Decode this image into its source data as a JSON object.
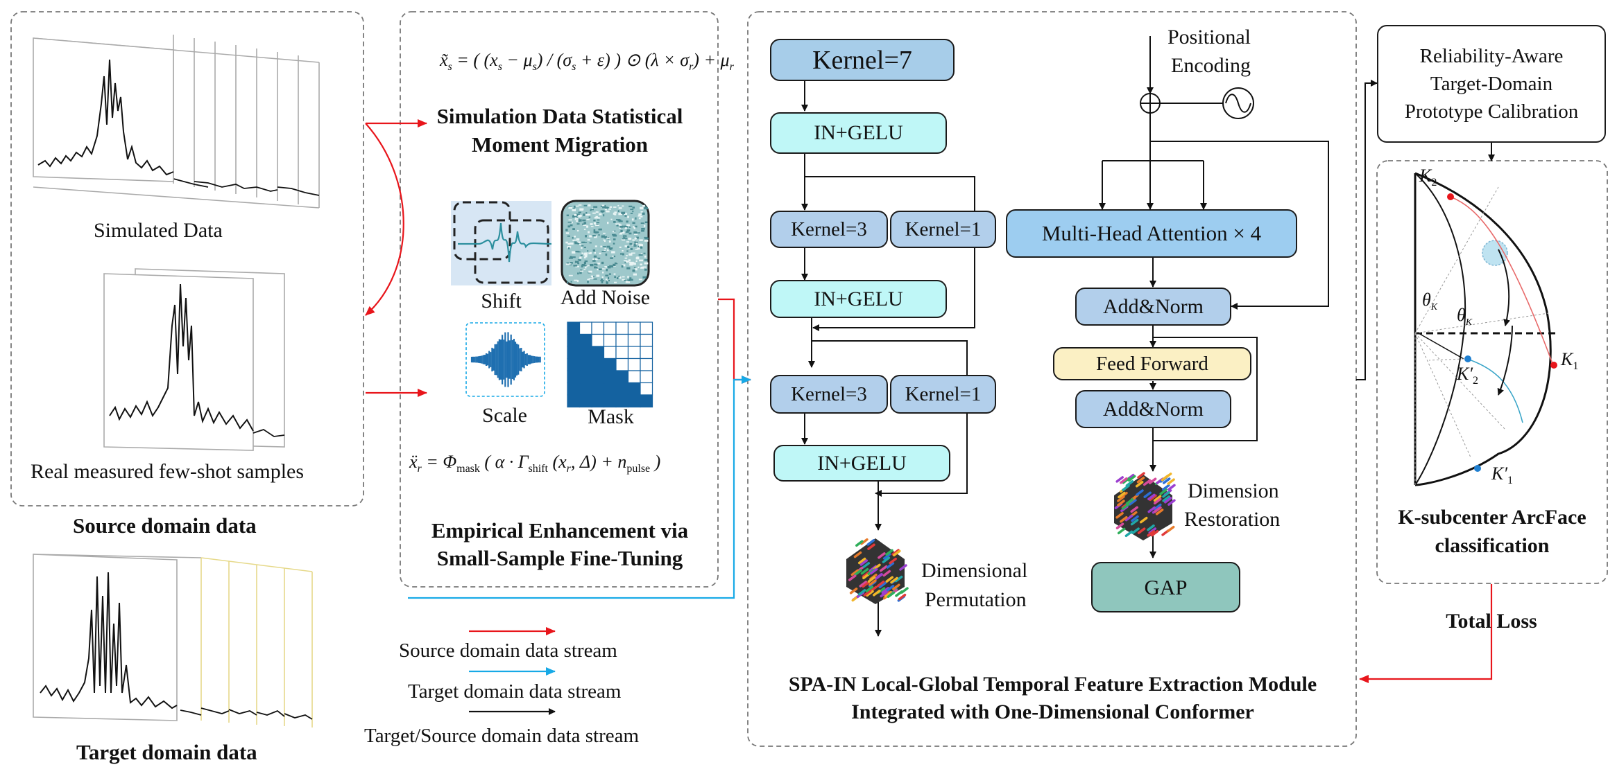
{
  "labels": {
    "simulated_data": "Simulated Data",
    "real_samples": "Real measured few-shot samples",
    "source_domain": "Source domain data",
    "target_domain": "Target domain data",
    "sim_migration_1": "Simulation Data Statistical",
    "sim_migration_2": "Moment Migration",
    "shift": "Shift",
    "add_noise": "Add Noise",
    "scale": "Scale",
    "mask": "Mask",
    "empirical_1": "Empirical Enhancement via",
    "empirical_2": "Small-Sample Fine-Tuning",
    "legend_source": "Source domain data stream",
    "legend_target": "Target domain data stream",
    "legend_both": "Target/Source domain data stream",
    "kernel7": "Kernel=7",
    "in_gelu": "IN+GELU",
    "kernel3": "Kernel=3",
    "kernel1": "Kernel=1",
    "dim_perm_1": "Dimensional",
    "dim_perm_2": "Permutation",
    "pos_enc_1": "Positional",
    "pos_enc_2": "Encoding",
    "mha": "Multi-Head Attention × 4",
    "add_norm": "Add&Norm",
    "feed_forward": "Feed Forward",
    "dim_rest_1": "Dimension",
    "dim_rest_2": "Restoration",
    "gap": "GAP",
    "module_title_1": "SPA-IN Local-Global Temporal Feature Extraction Module",
    "module_title_2": "Integrated with One-Dimensional Conformer",
    "calib_1": "Reliability-Aware",
    "calib_2": "Target-Domain",
    "calib_3": "Prototype Calibration",
    "arcface_1": "K-subcenter ArcFace",
    "arcface_2": "classification",
    "total_loss": "Total Loss",
    "k2": "K",
    "k2_sub": "2",
    "k1": "K",
    "k1_sub": "1",
    "k2p": "K",
    "k2p_sub": "2",
    "k1p": "K",
    "k1p_sub": "1",
    "theta": "θ",
    "theta_k1_sub": "K",
    "theta_k2_sub": "K"
  },
  "colors": {
    "source_stream": "#e8151b",
    "target_stream": "#17a9e6",
    "both_stream": "#111111",
    "kernel_fill": "#a7cde9",
    "gelu_fill": "#bff7f7",
    "gap_fill": "#8fc6bd",
    "ff_fill": "#fbf0c4"
  },
  "icons": [
    "plus-circle-icon",
    "sine-wave-icon",
    "cube-permutation-icon",
    "cube-restoration-icon",
    "shift-wave-icon",
    "noise-texture-icon",
    "scale-wave-icon",
    "mask-triangle-icon",
    "hypersphere-icon"
  ]
}
